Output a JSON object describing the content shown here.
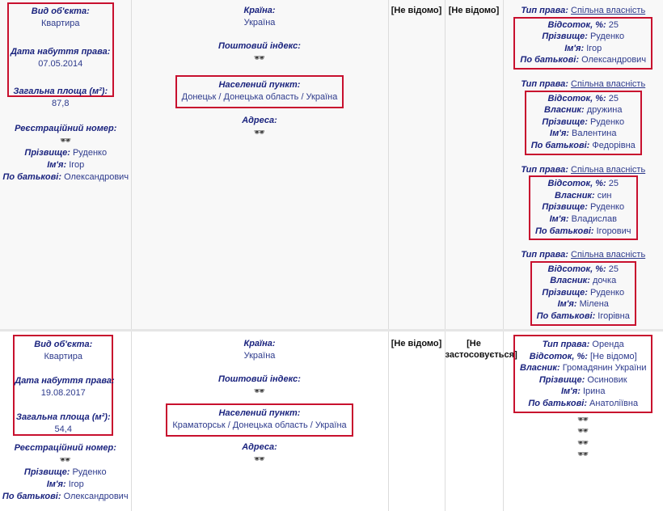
{
  "labels": {
    "object_type": "Вид об'єкта:",
    "acq_date": "Дата набуття права:",
    "area": "Загальна площа (м²):",
    "reg_number": "Реєстраційний номер:",
    "surname": "Прізвище:",
    "name": "Ім'я:",
    "patronymic": "По батькові:",
    "country": "Країна:",
    "postal_index": "Поштовий індекс:",
    "locality": "Населений пункт:",
    "address": "Адреса:",
    "right_type": "Тип права:",
    "percent": "Відсоток, %:",
    "owner": "Власник:",
    "hidden_icon": "eye-slash"
  },
  "rows": [
    {
      "object_type": "Квартира",
      "acq_date": "07.05.2014",
      "area": "87,8",
      "surname": "Руденко",
      "name": "Ігор",
      "patronymic": "Олександрович",
      "country": "Україна",
      "locality": "Донецьк / Донецька область / Україна",
      "col3": "[Не відомо]",
      "col4": "[Не відомо]",
      "rights": [
        {
          "type": "Спільна власність",
          "percent": "25",
          "surname": "Руденко",
          "name": "Ігор",
          "patronymic": "Олександрович"
        },
        {
          "type": "Спільна власність",
          "percent": "25",
          "owner": "дружина",
          "surname": "Руденко",
          "name": "Валентина",
          "patronymic": "Федорівна"
        },
        {
          "type": "Спільна власність",
          "percent": "25",
          "owner": "син",
          "surname": "Руденко",
          "name": "Владислав",
          "patronymic": "Ігорович"
        },
        {
          "type": "Спільна власність",
          "percent": "25",
          "owner": "дочка",
          "surname": "Руденко",
          "name": "Мілена",
          "patronymic": "Ігорівна"
        }
      ]
    },
    {
      "object_type": "Квартира",
      "acq_date": "19.08.2017",
      "area": "54,4",
      "surname": "Руденко",
      "name": "Ігор",
      "patronymic": "Олександрович",
      "country": "Україна",
      "locality": "Краматорськ / Донецька область / Україна",
      "col3": "[Не відомо]",
      "col4a": "[Не",
      "col4b": "застосовується]",
      "rights": [
        {
          "type": "Оренда",
          "percent": "[Не відомо]",
          "owner": "Громадянин України",
          "surname": "Осиновик",
          "name": "Ірина",
          "patronymic": "Анатоліївна"
        }
      ]
    }
  ]
}
